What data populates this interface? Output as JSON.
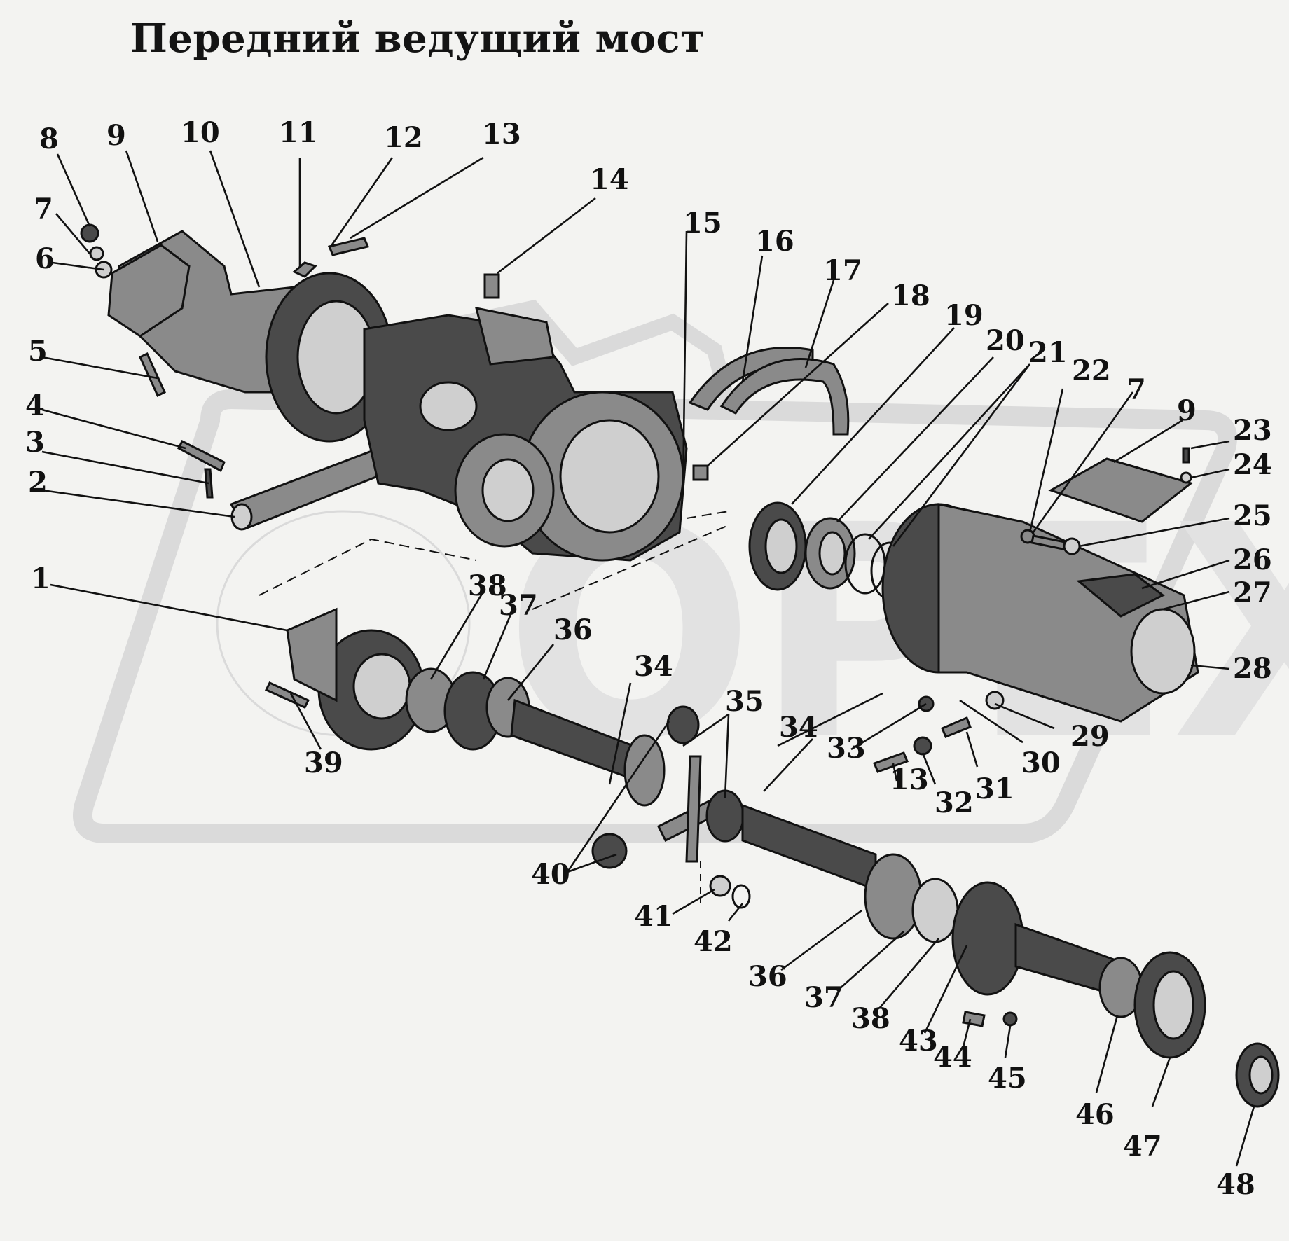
{
  "title": "Передний ведущий мост",
  "watermark": "OPEX",
  "colors": {
    "background": "#f3f3f1",
    "ink": "#111111",
    "watermark": "#dadada"
  },
  "callouts": [
    {
      "id": "c8",
      "text": "8"
    },
    {
      "id": "c9a",
      "text": "9"
    },
    {
      "id": "c10",
      "text": "10"
    },
    {
      "id": "c11",
      "text": "11"
    },
    {
      "id": "c12",
      "text": "12"
    },
    {
      "id": "c13a",
      "text": "13"
    },
    {
      "id": "c14",
      "text": "14"
    },
    {
      "id": "c15",
      "text": "15"
    },
    {
      "id": "c16",
      "text": "16"
    },
    {
      "id": "c17",
      "text": "17"
    },
    {
      "id": "c18",
      "text": "18"
    },
    {
      "id": "c19",
      "text": "19"
    },
    {
      "id": "c20",
      "text": "20"
    },
    {
      "id": "c21",
      "text": "21"
    },
    {
      "id": "c22",
      "text": "22"
    },
    {
      "id": "c7b",
      "text": "7"
    },
    {
      "id": "c9b",
      "text": "9"
    },
    {
      "id": "c23",
      "text": "23"
    },
    {
      "id": "c24",
      "text": "24"
    },
    {
      "id": "c25",
      "text": "25"
    },
    {
      "id": "c26",
      "text": "26"
    },
    {
      "id": "c27",
      "text": "27"
    },
    {
      "id": "c28",
      "text": "28"
    },
    {
      "id": "c7a",
      "text": "7"
    },
    {
      "id": "c6",
      "text": "6"
    },
    {
      "id": "c5",
      "text": "5"
    },
    {
      "id": "c4",
      "text": "4"
    },
    {
      "id": "c3",
      "text": "3"
    },
    {
      "id": "c2",
      "text": "2"
    },
    {
      "id": "c1",
      "text": "1"
    },
    {
      "id": "c38a",
      "text": "38"
    },
    {
      "id": "c37a",
      "text": "37"
    },
    {
      "id": "c36a",
      "text": "36"
    },
    {
      "id": "c34a",
      "text": "34"
    },
    {
      "id": "c35",
      "text": "35"
    },
    {
      "id": "c34b",
      "text": "34"
    },
    {
      "id": "c33",
      "text": "33"
    },
    {
      "id": "c29",
      "text": "29"
    },
    {
      "id": "c30",
      "text": "30"
    },
    {
      "id": "c31",
      "text": "31"
    },
    {
      "id": "c32",
      "text": "32"
    },
    {
      "id": "c13b",
      "text": "13"
    },
    {
      "id": "c39",
      "text": "39"
    },
    {
      "id": "c40",
      "text": "40"
    },
    {
      "id": "c41",
      "text": "41"
    },
    {
      "id": "c42",
      "text": "42"
    },
    {
      "id": "c36b",
      "text": "36"
    },
    {
      "id": "c37b",
      "text": "37"
    },
    {
      "id": "c38b",
      "text": "38"
    },
    {
      "id": "c43",
      "text": "43"
    },
    {
      "id": "c44",
      "text": "44"
    },
    {
      "id": "c45",
      "text": "45"
    },
    {
      "id": "c46",
      "text": "46"
    },
    {
      "id": "c47",
      "text": "47"
    },
    {
      "id": "c48",
      "text": "48"
    }
  ]
}
